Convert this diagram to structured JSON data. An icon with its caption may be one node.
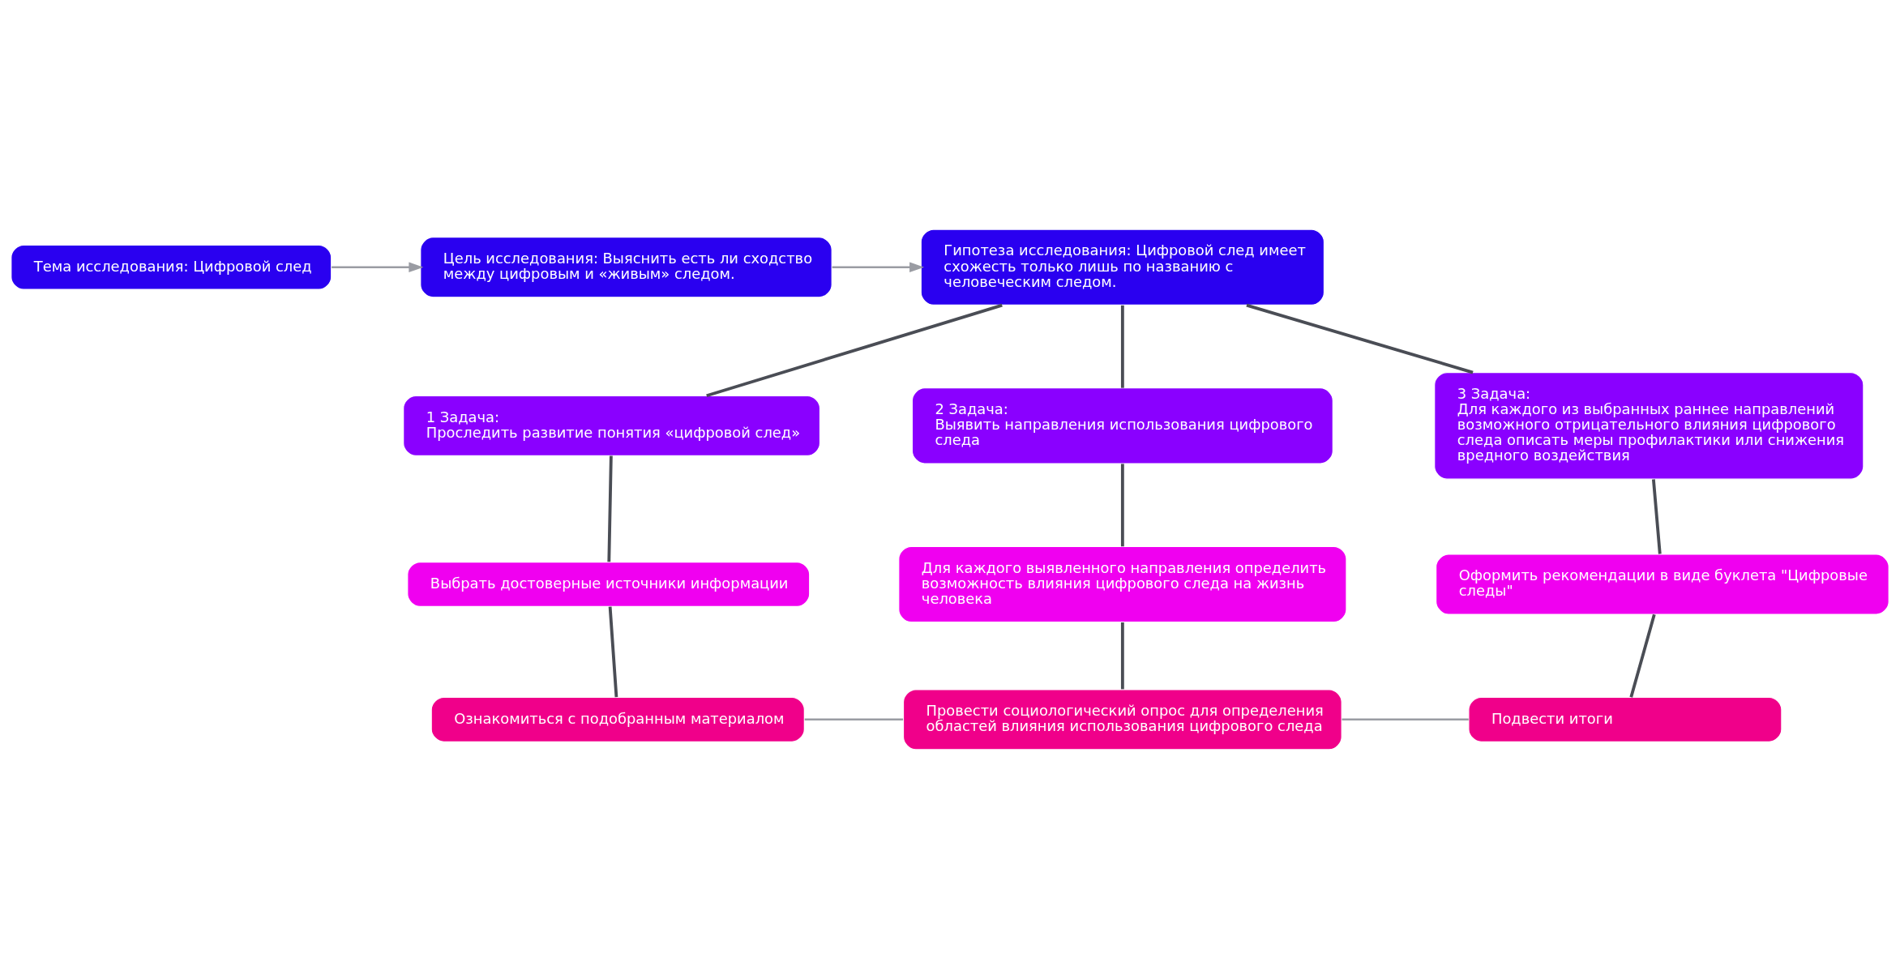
{
  "diagram": {
    "nodes": [
      {
        "text": [
          "Тема исследования: Цифровой след"
        ]
      },
      {
        "text": [
          "Цель исследования: Выяснить есть ли сходство между цифровым и «живым» следом."
        ]
      },
      {
        "text": [
          "Гипотеза исследования: Цифровой след имеет схожесть только лишь по названию с человеческим следом."
        ]
      },
      {
        "text": [
          "1 Задача:",
          "Проследить развитие понятия «цифровой след»"
        ]
      },
      {
        "text": [
          "2 Задача:",
          "Выявить направления использования цифрового следа"
        ]
      },
      {
        "text": [
          "3 Задача:",
          "Для каждого из выбранных раннее направлений возможного отрицательного влияния цифрового следа описать меры профилактики или снижения вредного воздействия"
        ]
      },
      {
        "text": [
          "Выбрать достоверные источники информации"
        ]
      },
      {
        "text": [
          "Для каждого выявленного направления определить возможность влияния цифрового следа на жизнь человека"
        ]
      },
      {
        "text": [
          "Оформить рекомендации в виде буклета \"Цифровые следы\""
        ]
      },
      {
        "text": [
          "Ознакомиться с подобранным материалом"
        ]
      },
      {
        "text": [
          "Провести социологический опрос для определения областей влияния использования цифрового следа"
        ]
      },
      {
        "text": [
          "Подвести итоги"
        ]
      }
    ],
    "edges": [
      {
        "from": 0,
        "to": 1,
        "arrow": "to",
        "color": "#9a9ca3"
      },
      {
        "from": 1,
        "to": 2,
        "arrow": "to",
        "color": "#9a9ca3"
      },
      {
        "from": 2,
        "to": 3,
        "arrow": "none"
      },
      {
        "from": 2,
        "to": 4,
        "arrow": "none"
      },
      {
        "from": 2,
        "to": 5,
        "arrow": "none"
      },
      {
        "from": 3,
        "to": 6,
        "arrow": "none"
      },
      {
        "from": 4,
        "to": 7,
        "arrow": "none"
      },
      {
        "from": 5,
        "to": 8,
        "arrow": "none"
      },
      {
        "from": 6,
        "to": 9,
        "arrow": "none"
      },
      {
        "from": 7,
        "to": 10,
        "arrow": "none"
      },
      {
        "from": 8,
        "to": 11,
        "arrow": "none"
      },
      {
        "from": 9,
        "to": 10,
        "arrow": "none",
        "color": "#9a9ca3"
      },
      {
        "from": 10,
        "to": 11,
        "arrow": "none",
        "color": "#9a9ca3"
      }
    ]
  }
}
